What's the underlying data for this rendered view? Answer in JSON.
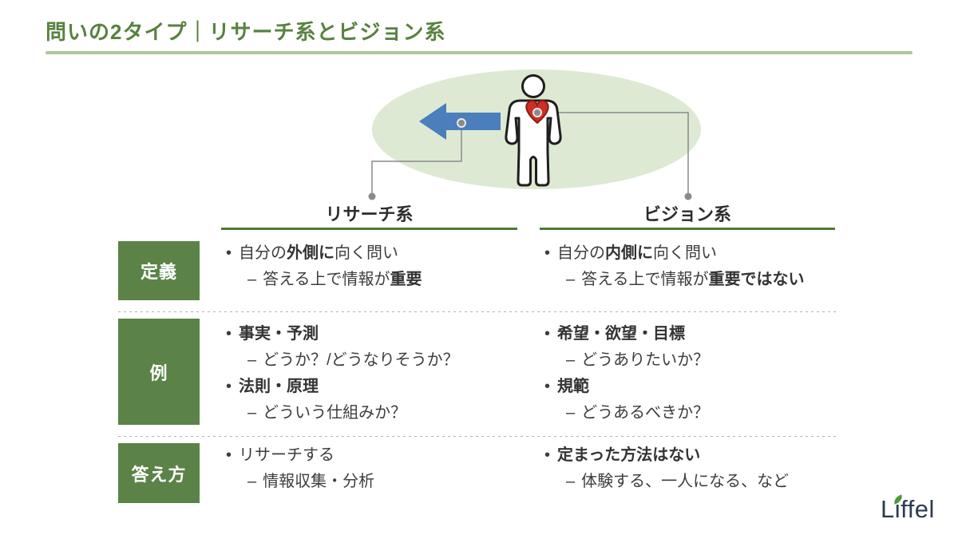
{
  "title": "問いの2タイプ｜リサーチ系とビジョン系",
  "columns": [
    {
      "label": "リサーチ系"
    },
    {
      "label": "ビジョン系"
    }
  ],
  "diagram": {
    "icons": {
      "ellipse": "highlight-ellipse",
      "person": "person-icon",
      "heart": "heart-icon",
      "arrow": "arrow-left-icon",
      "anchor": "anchor-handle",
      "connector": "connector-line",
      "dot": "connector-dot"
    }
  },
  "table": {
    "bullets": {
      "main": "•",
      "sub": "–"
    },
    "rows": [
      {
        "label": "定義",
        "left": [
          {
            "type": "main",
            "segments": [
              {
                "t": "自分の",
                "b": false
              },
              {
                "t": "外側に",
                "b": true
              },
              {
                "t": "向く問い",
                "b": false
              }
            ]
          },
          {
            "type": "sub",
            "segments": [
              {
                "t": "答える上で情報が",
                "b": false
              },
              {
                "t": "重要",
                "b": true
              }
            ]
          }
        ],
        "right": [
          {
            "type": "main",
            "segments": [
              {
                "t": "自分の",
                "b": false
              },
              {
                "t": "内側に",
                "b": true
              },
              {
                "t": "向く問い",
                "b": false
              }
            ]
          },
          {
            "type": "sub",
            "segments": [
              {
                "t": "答える上で情報が",
                "b": false
              },
              {
                "t": "重要ではない",
                "b": true
              }
            ]
          }
        ]
      },
      {
        "label": "例",
        "left": [
          {
            "type": "main",
            "segments": [
              {
                "t": "事実・予測",
                "b": true
              }
            ]
          },
          {
            "type": "sub",
            "segments": [
              {
                "t": "どうか？/どうなりそうか？",
                "b": false
              }
            ]
          },
          {
            "type": "main",
            "segments": [
              {
                "t": "法則・原理",
                "b": true
              }
            ]
          },
          {
            "type": "sub",
            "segments": [
              {
                "t": "どういう仕組みか？",
                "b": false
              }
            ]
          }
        ],
        "right": [
          {
            "type": "main",
            "segments": [
              {
                "t": "希望・欲望・目標",
                "b": true
              }
            ]
          },
          {
            "type": "sub",
            "segments": [
              {
                "t": "どうありたいか？",
                "b": false
              }
            ]
          },
          {
            "type": "main",
            "segments": [
              {
                "t": "規範",
                "b": true
              }
            ]
          },
          {
            "type": "sub",
            "segments": [
              {
                "t": "どうあるべきか？",
                "b": false
              }
            ]
          }
        ]
      },
      {
        "label": "答え方",
        "left": [
          {
            "type": "main",
            "segments": [
              {
                "t": "リサーチする",
                "b": false
              }
            ]
          },
          {
            "type": "sub",
            "segments": [
              {
                "t": "情報収集・分析",
                "b": false
              }
            ]
          }
        ],
        "right": [
          {
            "type": "main",
            "segments": [
              {
                "t": "定まった方法はない",
                "b": true
              }
            ]
          },
          {
            "type": "sub",
            "segments": [
              {
                "t": "体験する、一人になる、など",
                "b": false
              }
            ]
          }
        ]
      }
    ]
  },
  "logo": {
    "text": "Liffel"
  },
  "colors": {
    "title_green": "#57823f",
    "box_green": "#5b8347",
    "underline_green": "#4d7a37",
    "title_rule": "#aec79a",
    "ellipse": "#dde9d3",
    "arrow_blue": "#4a7ebc",
    "heart_red": "#cd2f26",
    "connector_gray": "#8a8a8a",
    "text": "#3d3d3d",
    "logo_navy": "#2c3b52",
    "leaf_green": "#4f9a35"
  }
}
